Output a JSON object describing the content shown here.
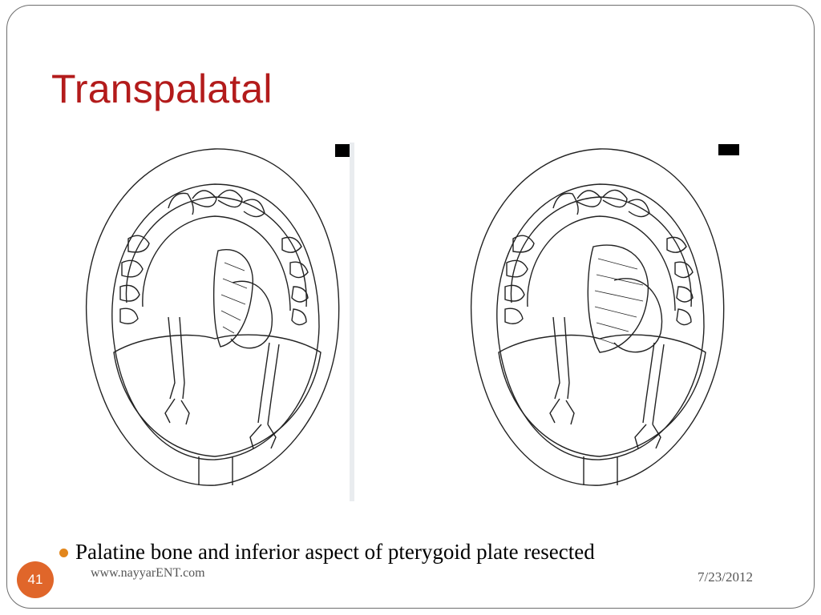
{
  "slide": {
    "title": "Transpalatal",
    "bullets": [
      "Palatine bone and inferior aspect of pterygoid plate resected"
    ],
    "slide_number": "41",
    "footer_url": "www.nayyarENT.com",
    "footer_date": "7/23/2012"
  },
  "colors": {
    "title": "#b31b1b",
    "bullet": "#e2861c",
    "slide_number_badge": "#e0662a",
    "frame": "#6d6d6d"
  },
  "figures": [
    {
      "illustration": "open-mouth-transpalatal-approach-before-resection"
    },
    {
      "illustration": "open-mouth-transpalatal-approach-after-resection"
    }
  ]
}
